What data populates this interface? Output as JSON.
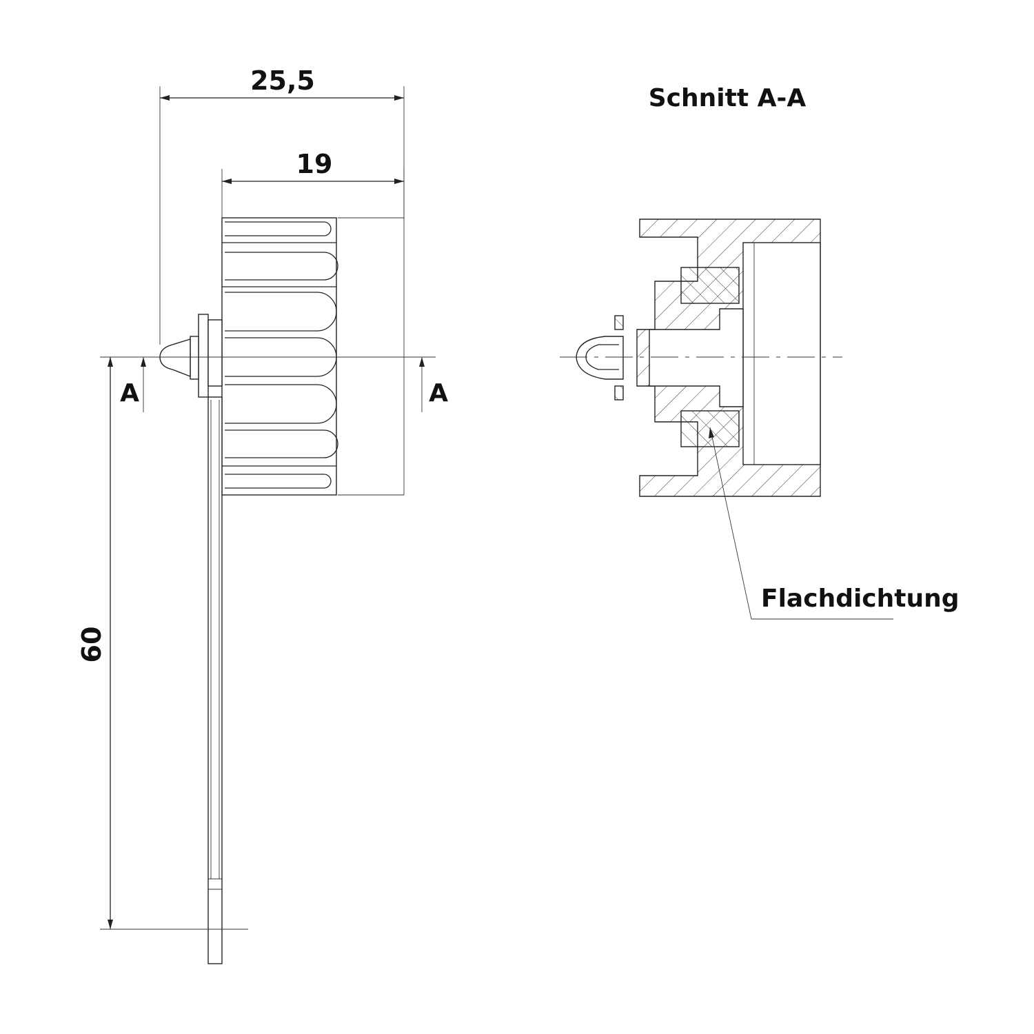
{
  "dimensions": {
    "overall_width": "25,5",
    "body_width": "19",
    "strap_length": "60"
  },
  "section_markers": {
    "left": "A",
    "right": "A"
  },
  "section_view": {
    "title": "Schnitt A-A",
    "callout": "Flachdichtung"
  },
  "colors": {
    "line": "#222222",
    "text": "#111111",
    "background": "#ffffff"
  }
}
